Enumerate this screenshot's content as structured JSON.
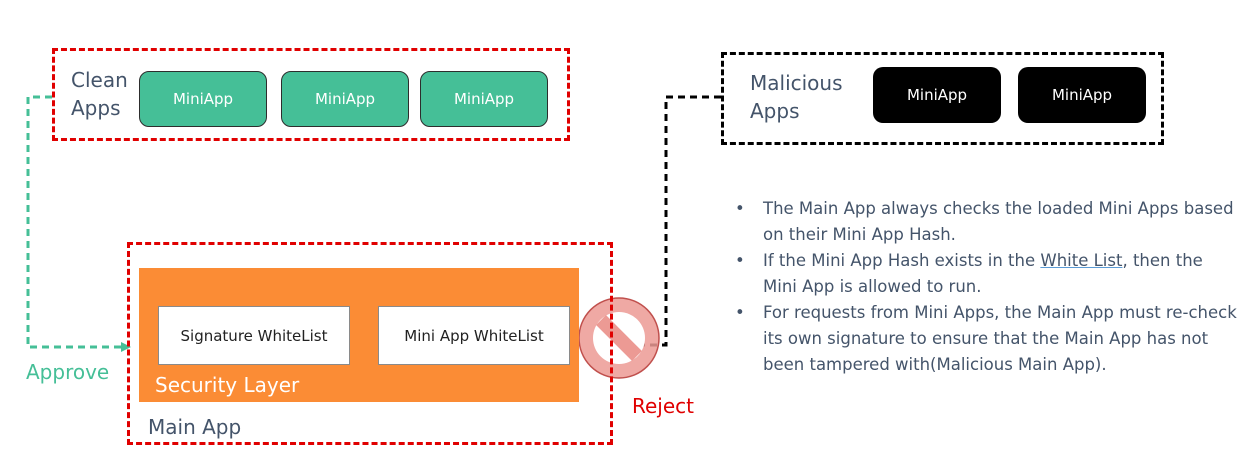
{
  "clean_group": {
    "label_line1": "Clean",
    "label_line2": "Apps",
    "apps": [
      "MiniApp",
      "MiniApp",
      "MiniApp"
    ]
  },
  "malicious_group": {
    "label_line1": "Malicious",
    "label_line2": "Apps",
    "apps": [
      "MiniApp",
      "MiniApp"
    ]
  },
  "main_app": {
    "label": "Main App",
    "security_layer": {
      "label": "Security Layer",
      "signature_whitelist": "Signature WhiteList",
      "miniapp_whitelist": "Mini App WhiteList"
    }
  },
  "flows": {
    "approve_label": "Approve",
    "reject_label": "Reject"
  },
  "notes": {
    "item1": "The Main App always checks the loaded Mini Apps based on their Mini App Hash.",
    "item2_before": "If the Mini App Hash exists in the ",
    "item2_link": "White List",
    "item2_after": ", then the Mini App is allowed to run.",
    "item3": "For requests from Mini Apps, the Main App must re-check its own signature to ensure that the Main App has not been tampered with(Malicious Main App)."
  },
  "colors": {
    "clean_border": "#e00000",
    "malicious_border": "#000000",
    "miniapp_green": "#45bf97",
    "security_layer": "#fb8c35",
    "approve": "#45bf97",
    "reject": "#e00000",
    "reject_symbol": "#ec9a94"
  }
}
